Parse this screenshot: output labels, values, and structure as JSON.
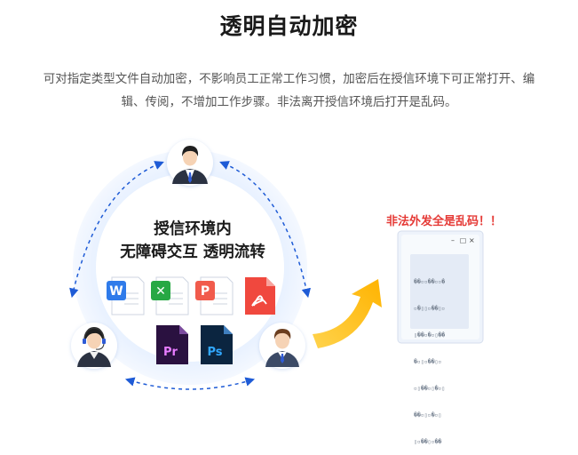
{
  "header": {
    "title": "透明自动加密",
    "description_line1": "可对指定类型文件自动加密，不影响员工正常工作习惯，加密后在授信环境下可正常打开、编",
    "description_line2": "辑、传阅，不增加工作步骤。非法离开授信环境后打开是乱码。"
  },
  "diagram": {
    "center_line1": "授信环境内",
    "center_line2": "无障碍交互 透明流转",
    "file_icons": [
      {
        "name": "word-file-icon",
        "letter": "W",
        "color": "#2f7bea"
      },
      {
        "name": "excel-file-icon",
        "letter": "✕",
        "color": "#27a844"
      },
      {
        "name": "ppt-file-icon",
        "letter": "P",
        "color": "#f15b4c"
      },
      {
        "name": "pdf-file-icon",
        "letter": "PDF",
        "color": "#f0483e"
      },
      {
        "name": "premiere-file-icon",
        "letter": "Pr",
        "color": "#e77cff"
      },
      {
        "name": "photoshop-file-icon",
        "letter": "Ps",
        "color": "#31a8ff"
      }
    ]
  },
  "outside": {
    "warning": "非法外发全是乱码！！",
    "window_controls": [
      "–",
      "□",
      "×"
    ],
    "garbled_lines": [
      "��▫▫��▫▫�",
      "▫�▯▯▫��▯▫",
      "▯��▫�▫▯��",
      "�▫▯▫��▯▫",
      "▫▯��▫▯�▫▯",
      "��▫▯▫�▫▯",
      "▯▫��▯▫��"
    ]
  }
}
